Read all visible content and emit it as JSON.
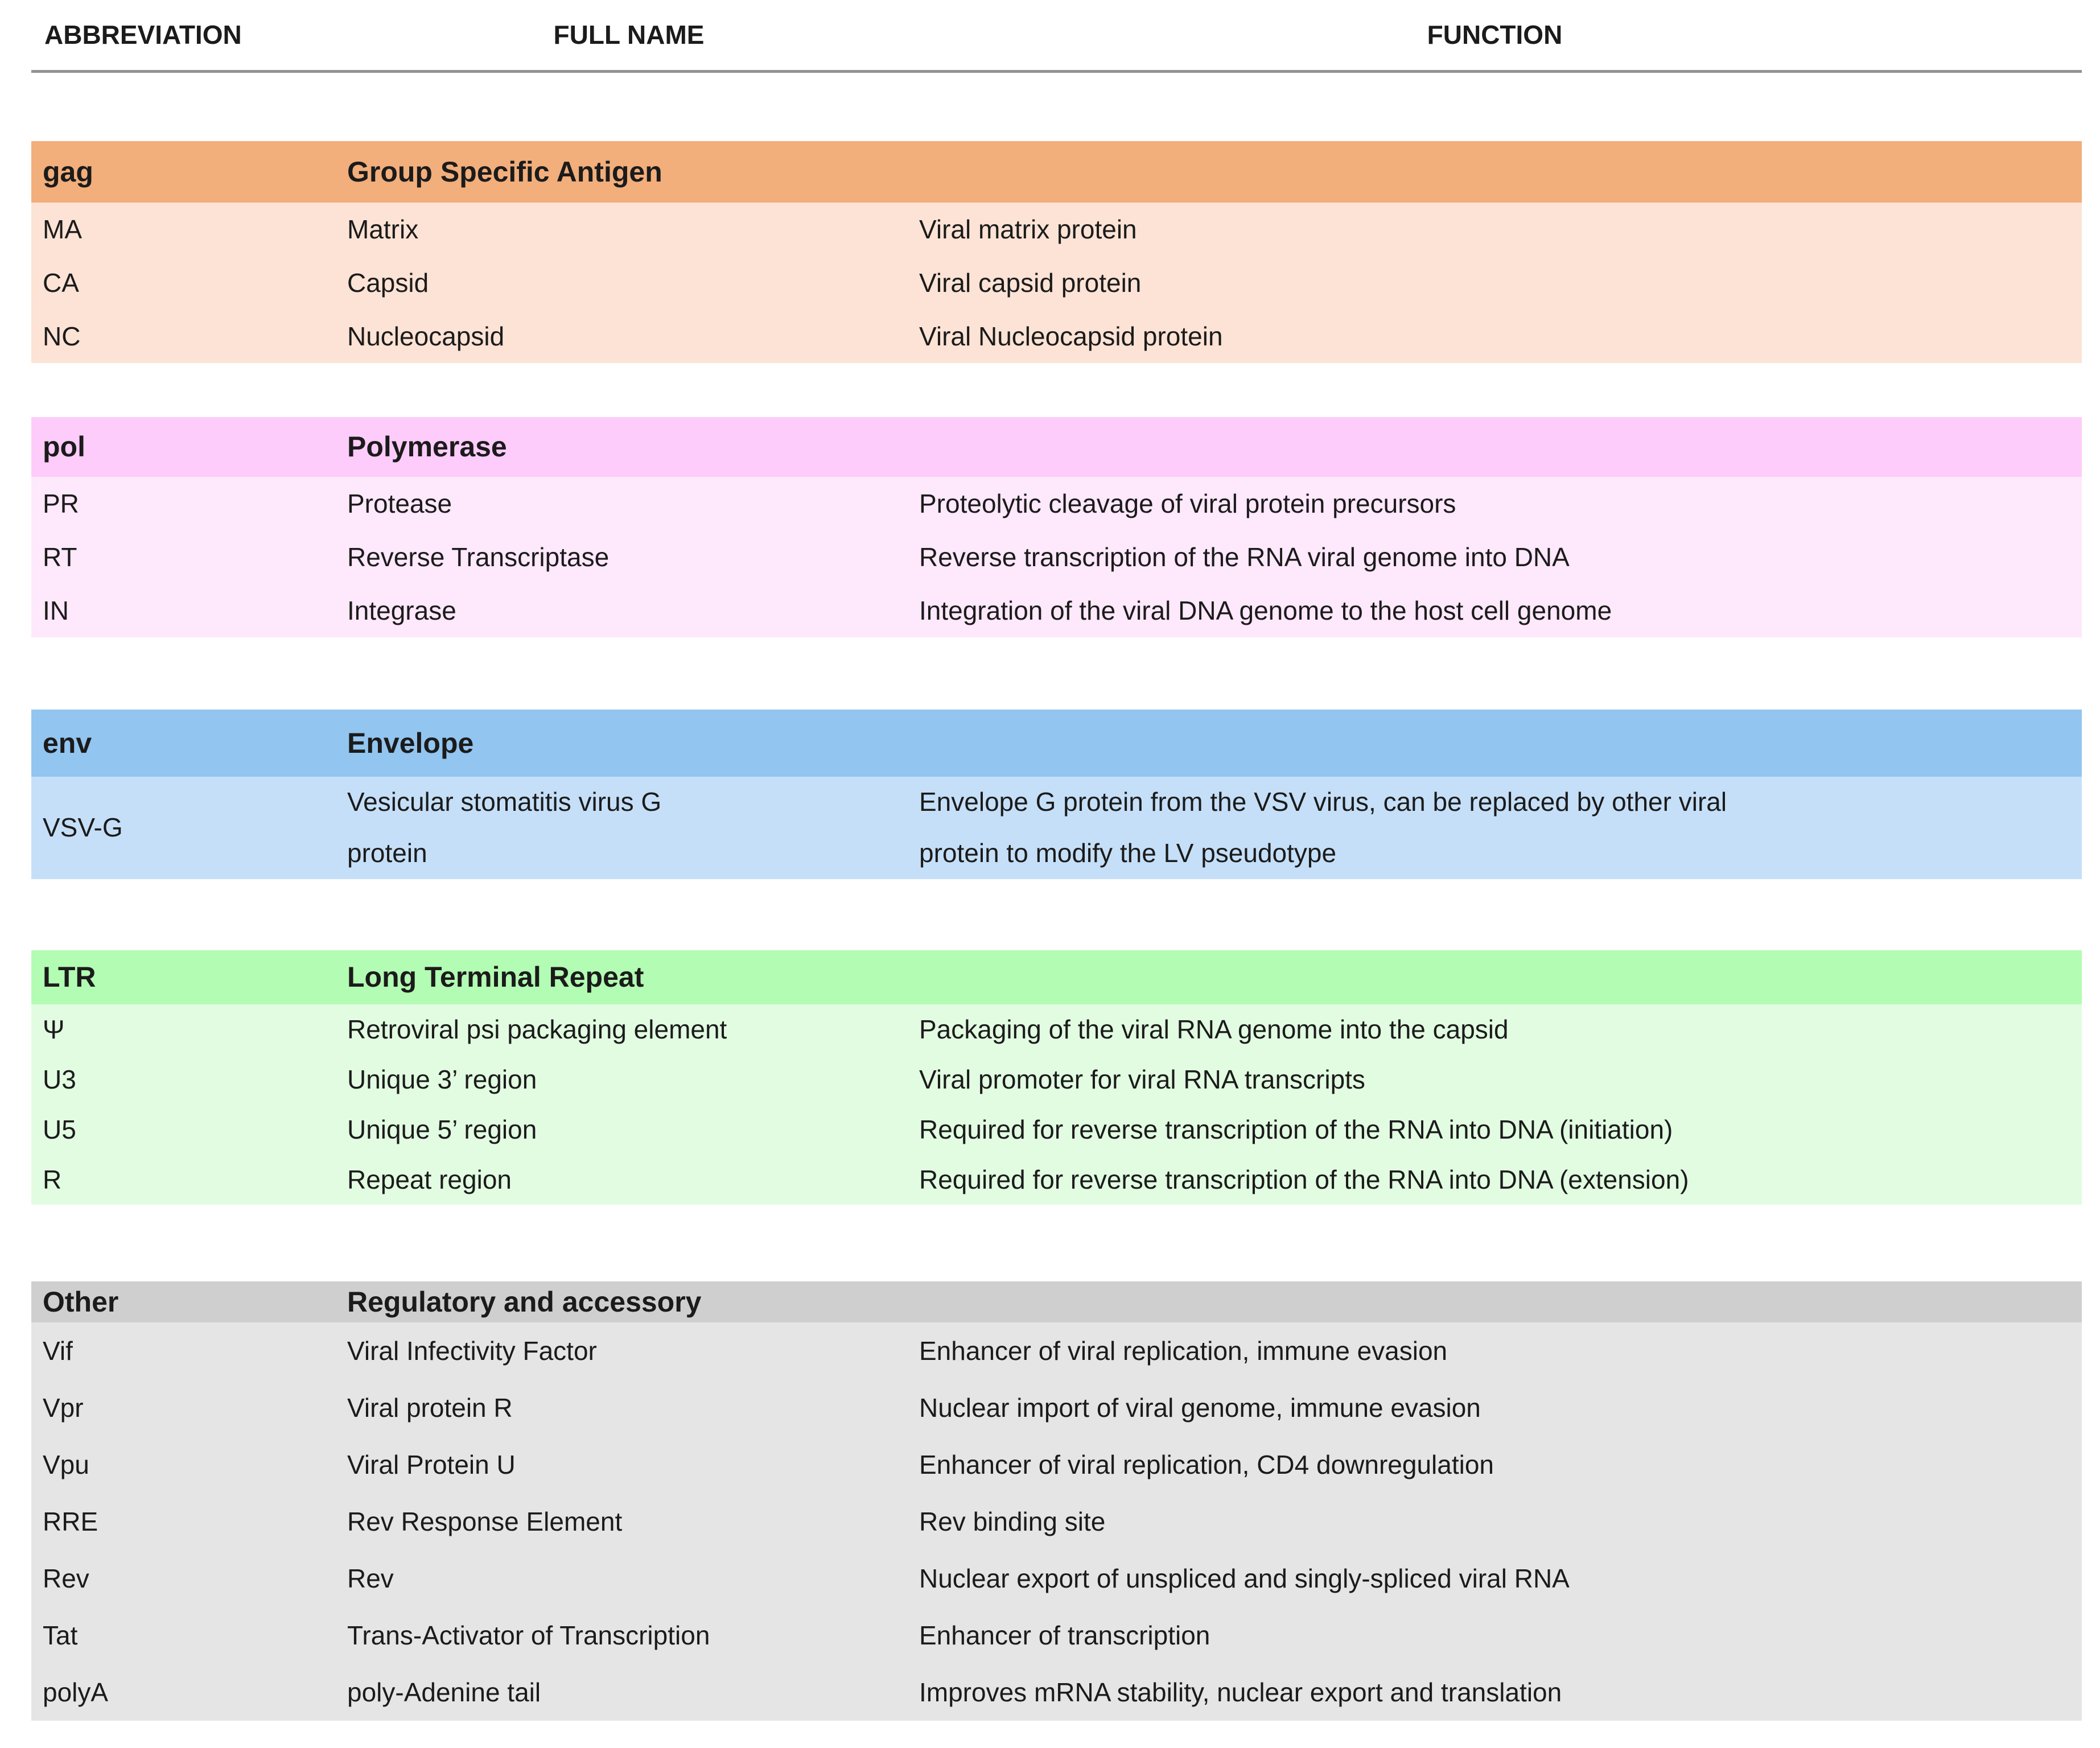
{
  "table": {
    "columns": [
      "ABBREVIATION",
      "FULL NAME",
      "FUNCTION"
    ],
    "divider_color": "#929292",
    "text_color": "#1b1b1b",
    "sections": [
      {
        "id": "gag",
        "abbr": "gag",
        "name": "Group Specific Antigen",
        "header_bg": "#F2AE7B",
        "body_bg": "#FCE3D5",
        "rows": [
          {
            "abbr": "MA",
            "name": "Matrix",
            "function": "Viral matrix protein"
          },
          {
            "abbr": "CA",
            "name": "Capsid",
            "function": "Viral capsid protein"
          },
          {
            "abbr": "NC",
            "name": "Nucleocapsid",
            "function": "Viral Nucleocapsid protein"
          }
        ]
      },
      {
        "id": "pol",
        "abbr": "pol",
        "name": "Polymerase",
        "header_bg": "#FECCFA",
        "body_bg": "#FEE8FB",
        "rows": [
          {
            "abbr": "PR",
            "name": "Protease",
            "function": "Proteolytic cleavage of viral protein precursors"
          },
          {
            "abbr": "RT",
            "name": "Reverse Transcriptase",
            "function": "Reverse transcription of the RNA viral genome into DNA"
          },
          {
            "abbr": "IN",
            "name": "Integrase",
            "function": "Integration of the viral DNA genome to the host cell genome"
          }
        ]
      },
      {
        "id": "env",
        "abbr": "env",
        "name": "Envelope",
        "header_bg": "#92C5F0",
        "body_bg": "#C5DFF8",
        "rows": [
          {
            "abbr": "VSV-G",
            "name": "Vesicular stomatitis virus G\nprotein",
            "function": "Envelope G protein from the VSV virus, can be replaced by other viral\nprotein to modify the LV pseudotype"
          }
        ]
      },
      {
        "id": "ltr",
        "abbr": "LTR",
        "name": "Long Terminal Repeat",
        "header_bg": "#B3FCB3",
        "body_bg": "#E2FCE2",
        "rows": [
          {
            "abbr": "Ψ",
            "name": "Retroviral psi packaging element",
            "function": "Packaging of the viral RNA genome into the capsid"
          },
          {
            "abbr": "U3",
            "name": "Unique 3’ region",
            "function": "Viral promoter for viral RNA transcripts"
          },
          {
            "abbr": "U5",
            "name": "Unique 5’ region",
            "function": "Required for reverse transcription of the RNA into DNA (initiation)"
          },
          {
            "abbr": "R",
            "name": "Repeat region",
            "function": "Required for reverse transcription of the RNA into DNA (extension)"
          }
        ]
      },
      {
        "id": "other",
        "abbr": "Other",
        "name": "Regulatory and accessory",
        "header_bg": "#D0CFCF",
        "body_bg": "#E6E5E5",
        "rows": [
          {
            "abbr": "Vif",
            "name": "Viral Infectivity Factor",
            "function": "Enhancer of viral replication, immune evasion"
          },
          {
            "abbr": "Vpr",
            "name": "Viral protein R",
            "function": "Nuclear import of viral genome, immune evasion"
          },
          {
            "abbr": "Vpu",
            "name": "Viral Protein U",
            "function": "Enhancer of viral replication, CD4 downregulation"
          },
          {
            "abbr": "RRE",
            "name": "Rev Response Element",
            "function": "Rev binding site"
          },
          {
            "abbr": "Rev",
            "name": "Rev",
            "function": "Nuclear export of unspliced and singly-spliced viral RNA"
          },
          {
            "abbr": "Tat",
            "name": "Trans-Activator of Transcription",
            "function": "Enhancer of transcription"
          },
          {
            "abbr": "polyA",
            "name": "poly-Adenine tail",
            "function": "Improves mRNA stability, nuclear export and translation"
          }
        ]
      }
    ]
  }
}
